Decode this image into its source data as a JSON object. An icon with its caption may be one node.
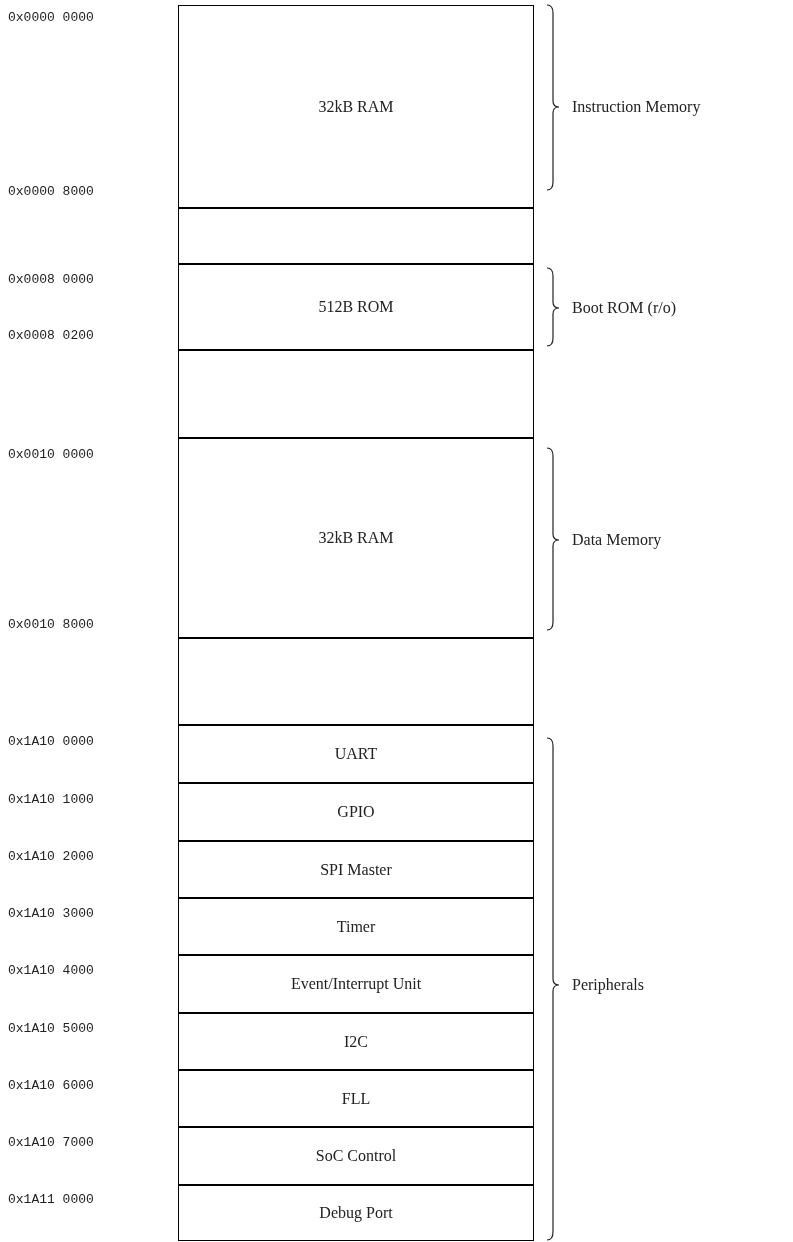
{
  "diagram": {
    "nodes": [
      {
        "text": [
          "32kB RAM"
        ]
      },
      {
        "text": [],
        "shape": "box"
      },
      {
        "text": [
          "512B ROM"
        ]
      },
      {
        "text": [],
        "shape": "box"
      },
      {
        "text": [
          "32kB RAM"
        ]
      },
      {
        "text": [],
        "shape": "box"
      },
      {
        "text": [
          "UART"
        ]
      },
      {
        "text": [
          "GPIO"
        ]
      },
      {
        "text": [
          "SPI Master"
        ]
      },
      {
        "text": [
          "Timer"
        ]
      },
      {
        "text": [
          "Event/Interrupt Unit"
        ]
      },
      {
        "text": [
          "I2C"
        ]
      },
      {
        "text": [
          "FLL"
        ]
      },
      {
        "text": [
          "SoC Control"
        ]
      },
      {
        "text": [
          "Debug Port"
        ]
      }
    ],
    "edges": [],
    "labels": [
      "0x0000 0000",
      "Instruction Memory",
      "0x0000 8000",
      "0x0008 0000",
      "Boot ROM (r/o)",
      "0x0008 0200",
      "0x0010 0000",
      "Data Memory",
      "0x0010 8000",
      "0x1A10 0000",
      "0x1A10 1000",
      "0x1A10 2000",
      "0x1A10 3000",
      "0x1A10 4000",
      "Peripherals",
      "0x1A10 5000",
      "0x1A10 6000",
      "0x1A10 7000",
      "0x1A11 0000"
    ]
  }
}
